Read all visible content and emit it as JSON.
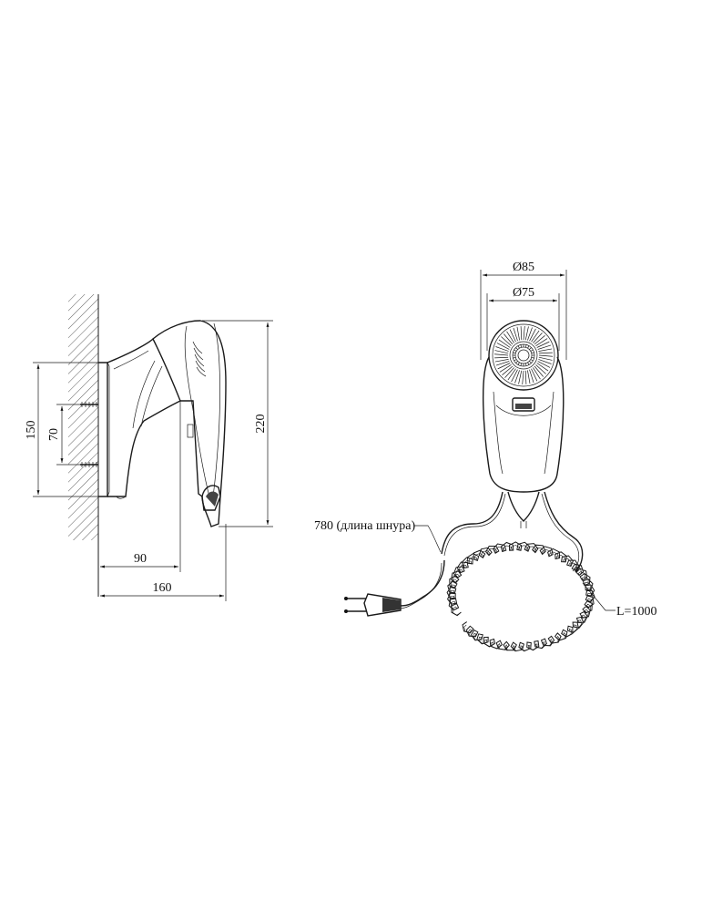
{
  "side_view": {
    "dim_height_total": "220",
    "dim_mount_height": "150",
    "dim_hole_spacing": "70",
    "dim_depth_body": "90",
    "dim_depth_total": "160"
  },
  "front_view": {
    "dim_outer_diameter": "Ø85",
    "dim_inner_diameter": "Ø75",
    "label_cord_length": "780 (длина шнура)",
    "label_coil_length": "L=1000"
  }
}
